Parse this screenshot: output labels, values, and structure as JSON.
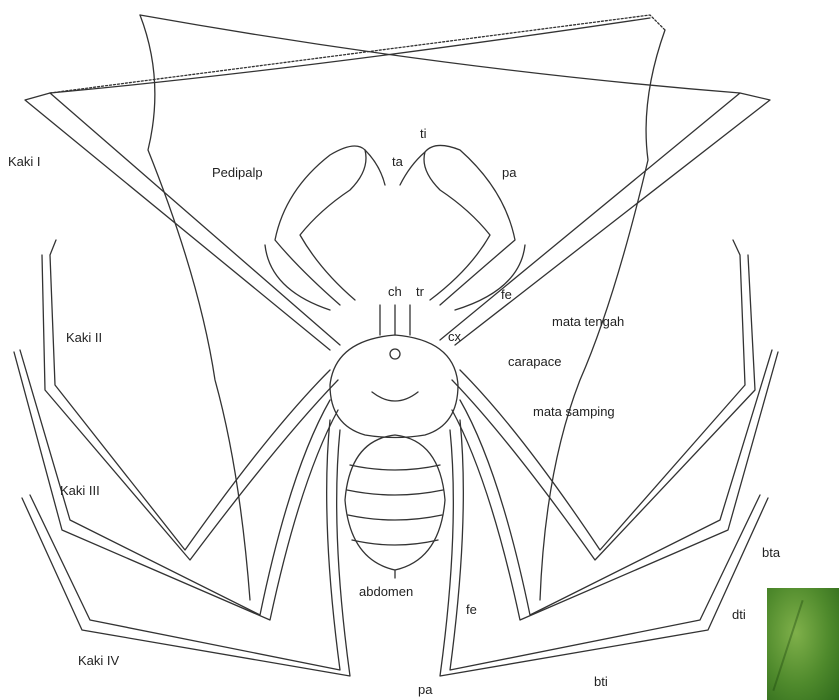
{
  "labels": {
    "kaki_i": "Kaki I",
    "kaki_ii": "Kaki II",
    "kaki_iii": "Kaki III",
    "kaki_iv": "Kaki IV",
    "pedipalp": "Pedipalp",
    "ti": "ti",
    "ta": "ta",
    "pa_top": "pa",
    "ch": "ch",
    "tr": "tr",
    "fe_top": "fe",
    "cx": "cx",
    "mata_tengah": "mata tengah",
    "carapace": "carapace",
    "mata_samping": "mata samping",
    "abdomen": "abdomen",
    "fe_bottom": "fe",
    "pa_bottom": "pa",
    "bta": "bta",
    "dti": "dti",
    "bti": "bti"
  },
  "colors": {
    "line": "#333333",
    "background": "#ffffff",
    "leaf": "#4f8a2c"
  }
}
